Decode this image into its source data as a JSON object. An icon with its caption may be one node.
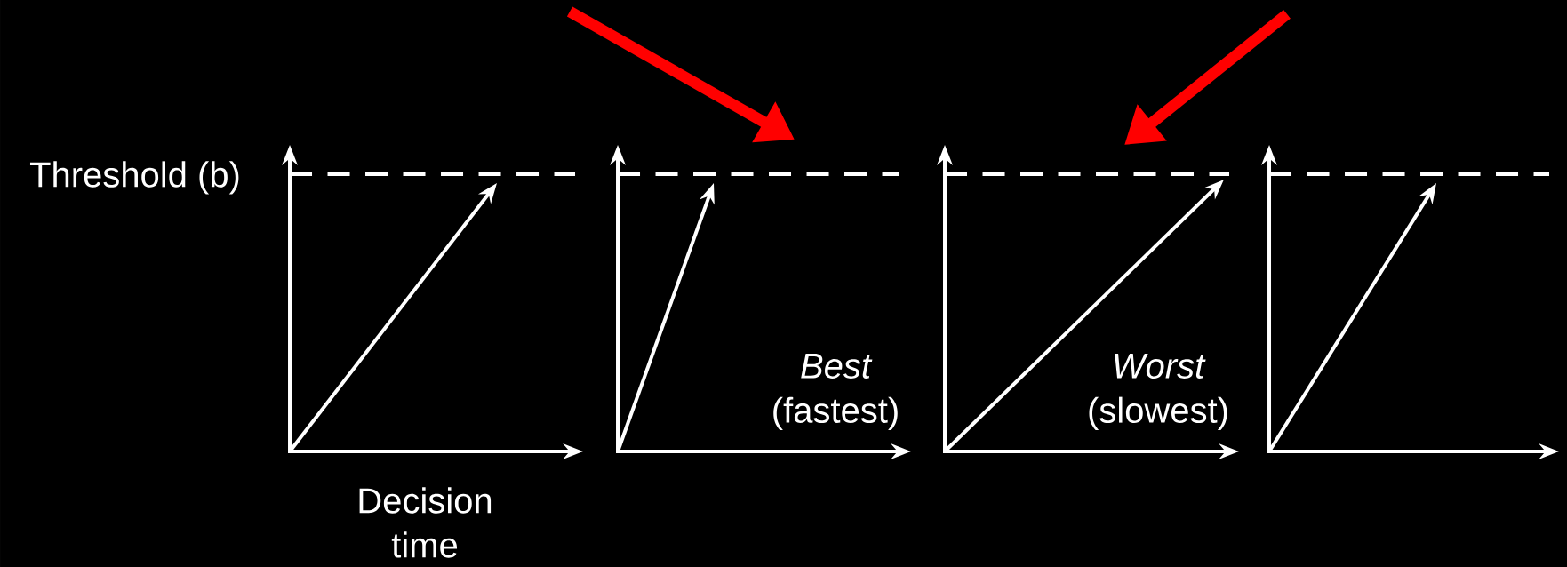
{
  "diagram": {
    "labels": [
      "Threshold (b)",
      "Decision time",
      "*Best* (fastest)",
      "*Worst* (slowest)"
    ]
  }
}
